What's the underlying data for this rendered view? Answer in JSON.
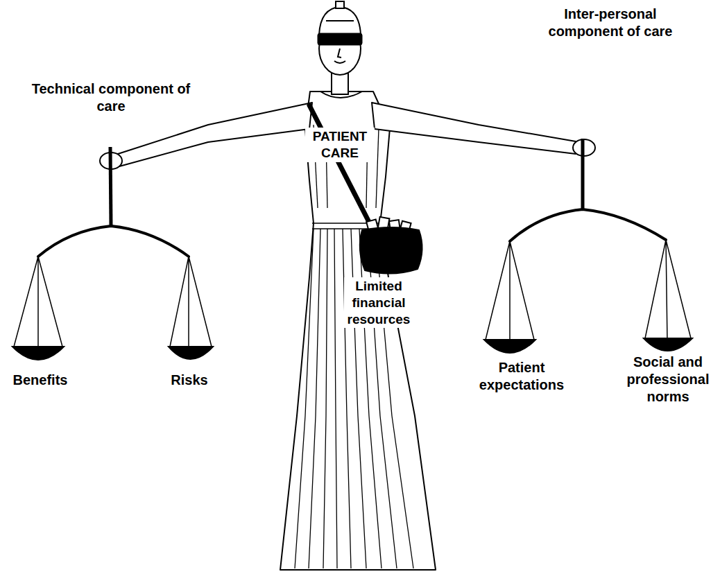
{
  "diagram": {
    "labels": [
      "Technical component of care",
      "Inter-personal component of care",
      "PATIENT CARE",
      "Limited financial resources",
      "Benefits",
      "Risks",
      "Patient expectations",
      "Social and professional norms"
    ]
  }
}
